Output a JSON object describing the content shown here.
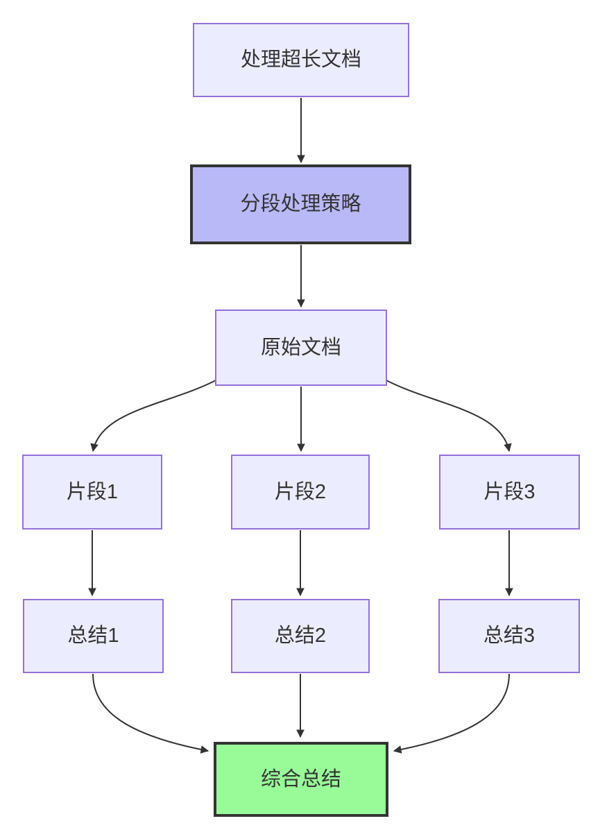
{
  "diagram": {
    "type": "flowchart-top-down",
    "nodes": [
      {
        "id": "process",
        "label": "处理超长文档",
        "style": "default"
      },
      {
        "id": "strategy",
        "label": "分段处理策略",
        "style": "highlight-purple"
      },
      {
        "id": "doc",
        "label": "原始文档",
        "style": "default"
      },
      {
        "id": "seg1",
        "label": "片段1",
        "style": "default"
      },
      {
        "id": "seg2",
        "label": "片段2",
        "style": "default"
      },
      {
        "id": "seg3",
        "label": "片段3",
        "style": "default"
      },
      {
        "id": "sum1",
        "label": "总结1",
        "style": "default"
      },
      {
        "id": "sum2",
        "label": "总结2",
        "style": "default"
      },
      {
        "id": "sum3",
        "label": "总结3",
        "style": "default"
      },
      {
        "id": "final",
        "label": "综合总结",
        "style": "highlight-green"
      }
    ],
    "edges": [
      {
        "from": "process",
        "to": "strategy"
      },
      {
        "from": "strategy",
        "to": "doc"
      },
      {
        "from": "doc",
        "to": "seg1"
      },
      {
        "from": "doc",
        "to": "seg2"
      },
      {
        "from": "doc",
        "to": "seg3"
      },
      {
        "from": "seg1",
        "to": "sum1"
      },
      {
        "from": "seg2",
        "to": "sum2"
      },
      {
        "from": "seg3",
        "to": "sum3"
      },
      {
        "from": "sum1",
        "to": "final"
      },
      {
        "from": "sum2",
        "to": "final"
      },
      {
        "from": "sum3",
        "to": "final"
      }
    ]
  },
  "colors": {
    "canvas-bg": "#ffffff",
    "node-fill": "#ECECFF",
    "node-border": "#9370DB",
    "strategy-fill": "#b9b9f8",
    "final-fill": "#98FB98",
    "strong-border": "#333333",
    "edge-color": "#333333",
    "text-color": "#333333"
  }
}
